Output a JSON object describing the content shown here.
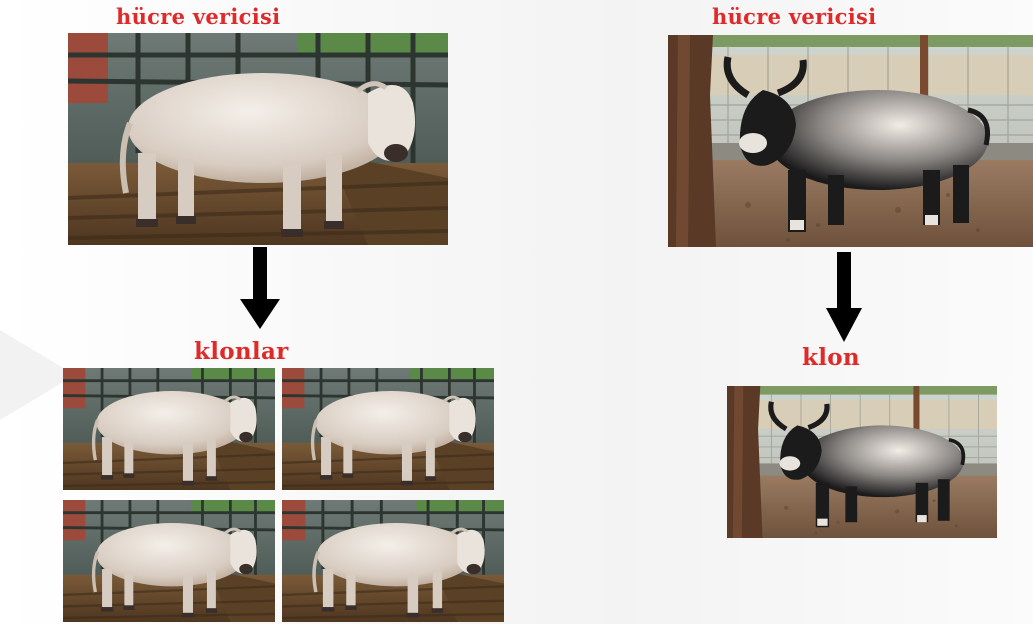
{
  "labels": {
    "left_donor": "hücre vericisi",
    "right_donor": "hücre vericisi",
    "left_clones": "klonlar",
    "right_clone": "klon"
  },
  "colors": {
    "label": "#e02a2a",
    "arrow": "#000000"
  },
  "icons": {
    "arrow": "down-arrow-icon"
  },
  "images": {
    "cow": "cow-photo",
    "bull": "bull-photo"
  }
}
